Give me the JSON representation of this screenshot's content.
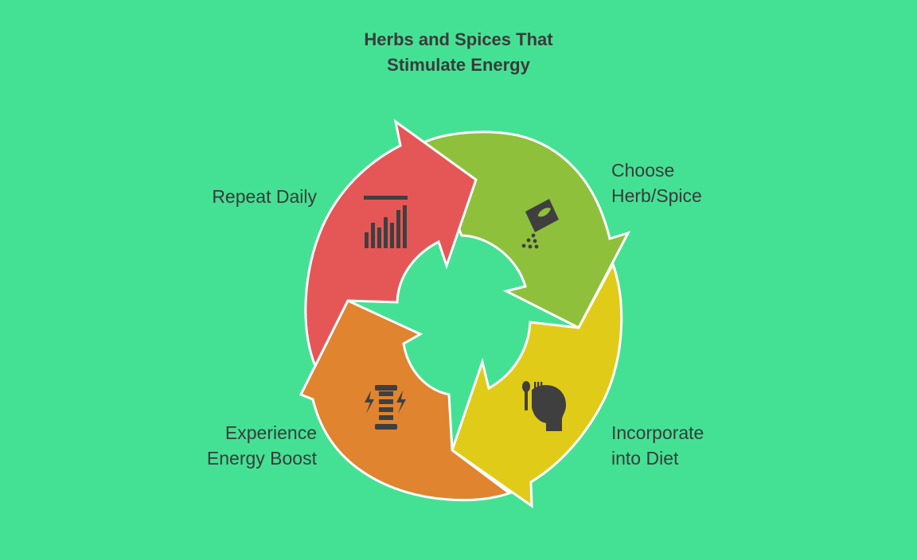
{
  "title": {
    "line1": "Herbs and Spices That",
    "line2": "Stimulate Energy"
  },
  "steps": [
    {
      "line1": "Choose",
      "line2": "Herb/Spice",
      "icon": "herb-packet-icon",
      "color": "#8FC03C"
    },
    {
      "line1": "Incorporate",
      "line2": "into Diet",
      "icon": "head-with-utensils-icon",
      "color": "#E0CC18"
    },
    {
      "line1": "Experience",
      "line2": "Energy Boost",
      "icon": "energy-bolt-icon",
      "color": "#E08430"
    },
    {
      "line1": "Repeat Daily",
      "line2": "",
      "icon": "bar-chart-icon",
      "color": "#E55757"
    }
  ],
  "colors": {
    "background": "#44E194",
    "text": "#3a3a3a",
    "icon": "#3f3f3f"
  }
}
